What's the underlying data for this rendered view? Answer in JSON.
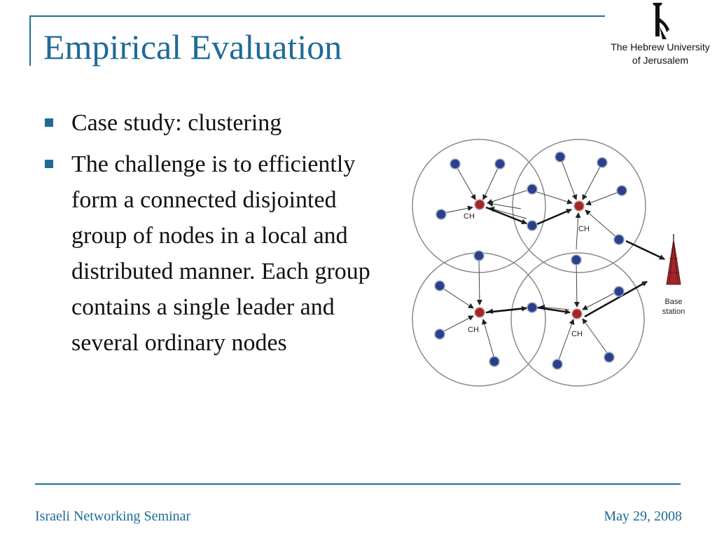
{
  "slide": {
    "title": "Empirical Evaluation",
    "bullets": [
      "Case study: clustering",
      "The challenge is to efficiently form a connected disjointed group of nodes in a local and distributed manner. Each group contains a single leader and several ordinary nodes"
    ]
  },
  "logo": {
    "line1": "The Hebrew University",
    "line2": "of Jerusalem"
  },
  "diagram": {
    "cluster_head_label": "CH",
    "base_station_line1": "Base",
    "base_station_line2": "station"
  },
  "footer": {
    "left": "Israeli Networking Seminar",
    "right": "May 29, 2008"
  },
  "colors": {
    "accent": "#1e6b98",
    "ordinary_node": "#2b3f8f",
    "cluster_head": "#a3262a",
    "circle": "#8a8a8a"
  }
}
